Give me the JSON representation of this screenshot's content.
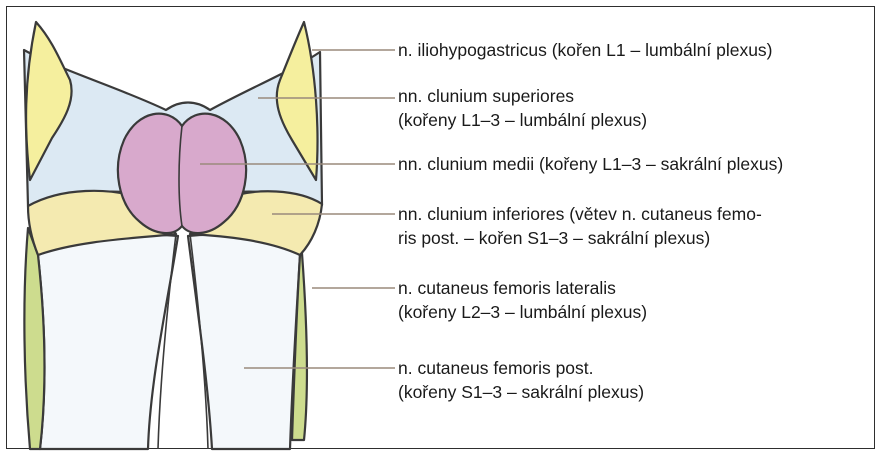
{
  "colors": {
    "yellow": "#f5ef9e",
    "blue": "#dce9f3",
    "pink": "#d8a9cc",
    "cream": "#f4eab0",
    "green": "#cddc8e",
    "white": "#f4f8fb",
    "outline": "#3a3a3a",
    "leader": "#9a8a7c"
  },
  "labels": [
    {
      "id": "iliohypogastricus",
      "lines": [
        "n. iliohypogastricus (kořen L1 – lumbální plexus)"
      ]
    },
    {
      "id": "clunium-superiores",
      "lines": [
        "nn. clunium superiores",
        "(kořeny L1–3 – lumbální plexus)"
      ]
    },
    {
      "id": "clunium-medii",
      "lines": [
        "nn. clunium medii (kořeny L1–3 – sakrální plexus)"
      ]
    },
    {
      "id": "clunium-inferiores",
      "lines": [
        "nn. clunium inferiores (větev n. cutaneus femo-",
        "ris post. – kořen S1–3 – sakrální plexus)"
      ]
    },
    {
      "id": "cutaneus-femoris-lateralis",
      "lines": [
        "n. cutaneus femoris lateralis",
        "(kořeny L2–3 – lumbální plexus)"
      ]
    },
    {
      "id": "cutaneus-femoris-post",
      "lines": [
        "n. cutaneus femoris post.",
        "(kořeny S1–3 – sakrální plexus)"
      ]
    }
  ]
}
